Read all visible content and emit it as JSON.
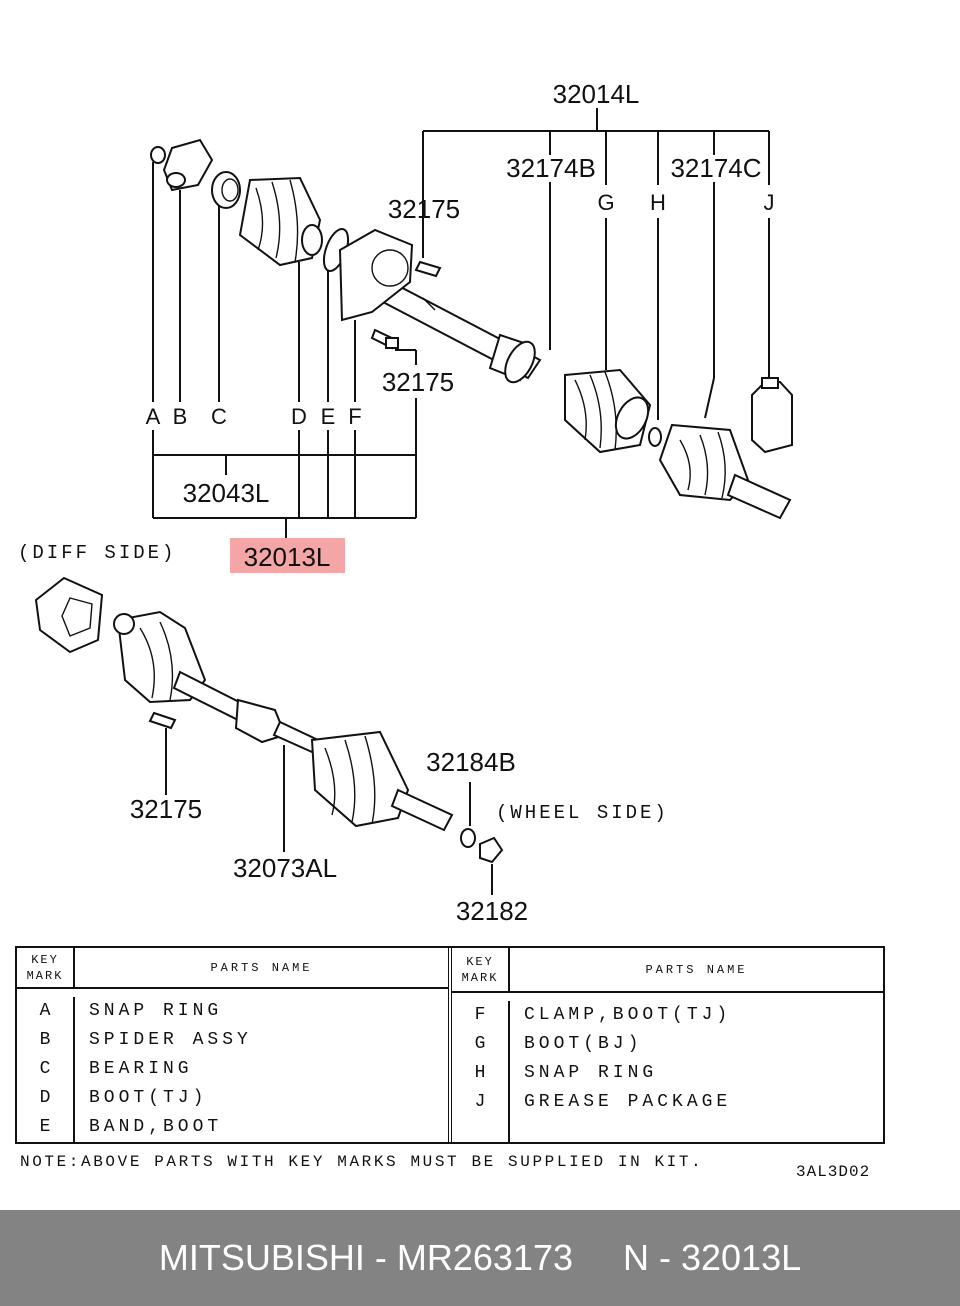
{
  "callouts": {
    "assembly": "32014L",
    "boot_kit_bj": "32174B",
    "boot_kit_tj": "32174C",
    "bolt_top": "32175",
    "bolt_mid": "32175",
    "tj_kit": "32043L",
    "highlighted": "32013L",
    "bolt_lower": "32175",
    "shaft": "32073AL",
    "washer": "32184B",
    "nut": "32182"
  },
  "key_letters": {
    "A": "A",
    "B": "B",
    "C": "C",
    "D": "D",
    "E": "E",
    "F": "F",
    "G": "G",
    "H": "H",
    "J": "J"
  },
  "side_labels": {
    "diff": "(DIFF SIDE)",
    "wheel": "(WHEEL SIDE)"
  },
  "highlight_color": "#f4a6a6",
  "table": {
    "key_header_line1": "KEY",
    "key_header_line2": "MARK",
    "name_header": "PARTS NAME",
    "left": [
      {
        "key": "A",
        "name": "SNAP RING"
      },
      {
        "key": "B",
        "name": "SPIDER ASSY"
      },
      {
        "key": "C",
        "name": "BEARING"
      },
      {
        "key": "D",
        "name": "BOOT(TJ)"
      },
      {
        "key": "E",
        "name": "BAND,BOOT"
      }
    ],
    "right": [
      {
        "key": "F",
        "name": "CLAMP,BOOT(TJ)"
      },
      {
        "key": "G",
        "name": "BOOT(BJ)"
      },
      {
        "key": "H",
        "name": "SNAP RING"
      },
      {
        "key": "J",
        "name": "GREASE PACKAGE"
      }
    ]
  },
  "note": "NOTE:ABOVE PARTS WITH KEY MARKS MUST BE SUPPLIED IN KIT.",
  "drawing_code": "3AL3D02",
  "footer": {
    "brand_part": "MITSUBISHI - MR263173",
    "ref": "N - 32013L"
  }
}
